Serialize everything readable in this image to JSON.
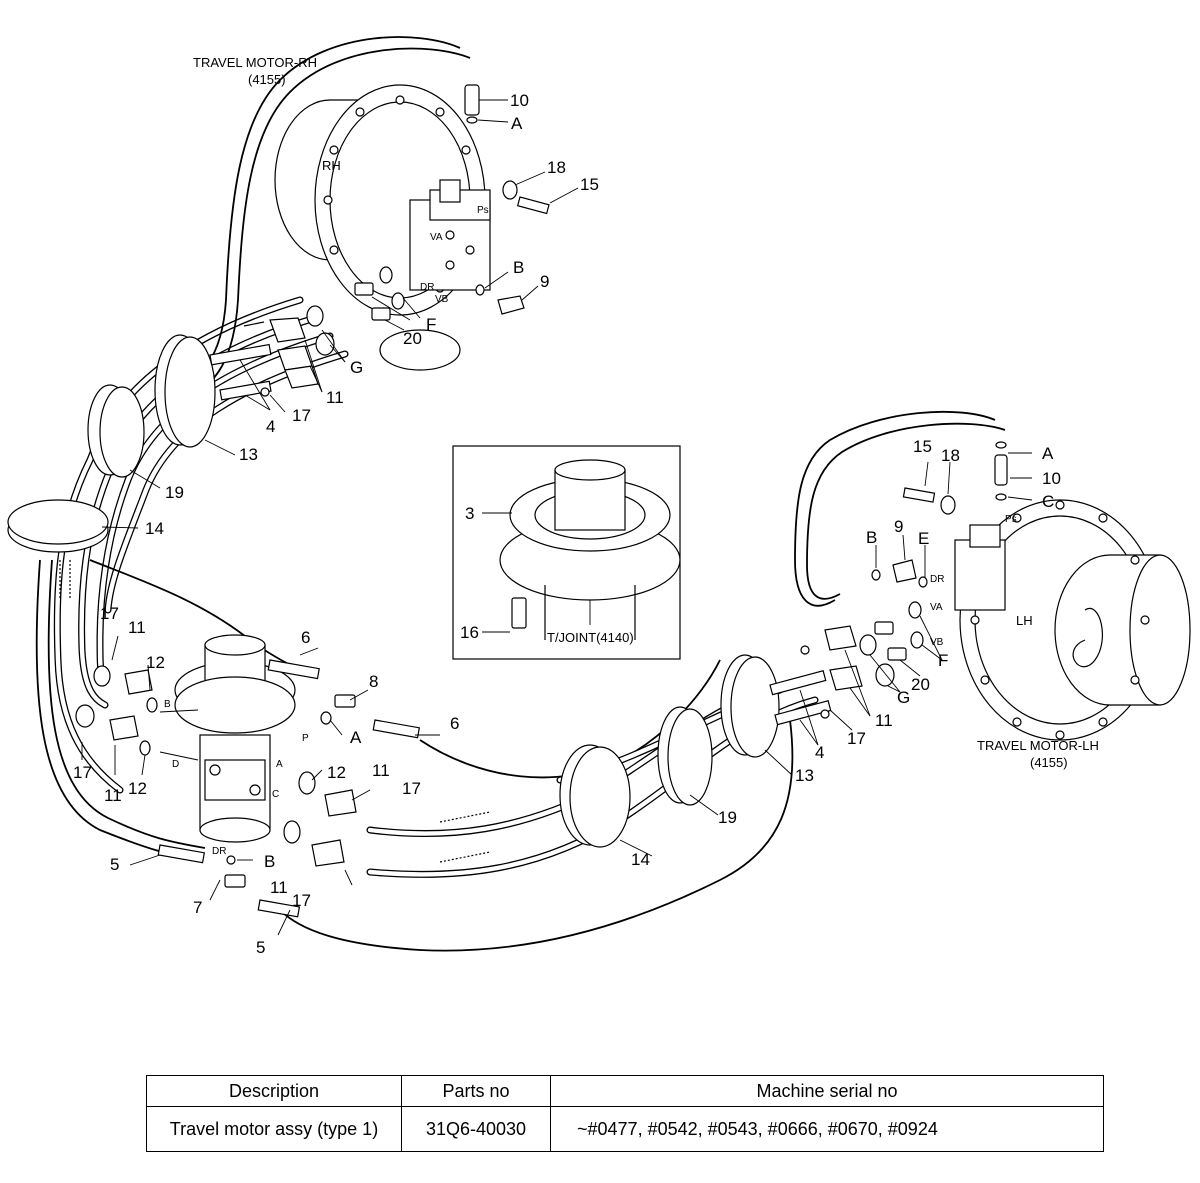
{
  "motor_rh": {
    "title": "TRAVEL MOTOR-RH",
    "code": "(4155)",
    "mark": "RH"
  },
  "motor_lh": {
    "title": "TRAVEL MOTOR-LH",
    "code": "(4155)",
    "mark": "LH"
  },
  "inset": {
    "caption": "T/JOINT(4140)",
    "callout_3": "3",
    "callout_16": "16"
  },
  "port_labels": {
    "A": "A",
    "B": "B",
    "C": "C",
    "D": "D",
    "E": "E",
    "F": "F",
    "G": "G",
    "P": "P",
    "DR": "DR",
    "PS": "Ps",
    "VA": "VA",
    "VB": "VB"
  },
  "callouts": {
    "n4": "4",
    "n5": "5",
    "n6": "6",
    "n7": "7",
    "n8": "8",
    "n9": "9",
    "n10": "10",
    "n11": "11",
    "n12": "12",
    "n13": "13",
    "n14": "14",
    "n15": "15",
    "n17": "17",
    "n18": "18",
    "n19": "19",
    "n20": "20"
  },
  "table": {
    "headers": [
      "Description",
      "Parts no",
      "Machine serial no"
    ],
    "rows": [
      [
        "Travel motor assy (type 1)",
        "31Q6-40030",
        "~#0477, #0542, #0543, #0666, #0670, #0924"
      ]
    ]
  }
}
